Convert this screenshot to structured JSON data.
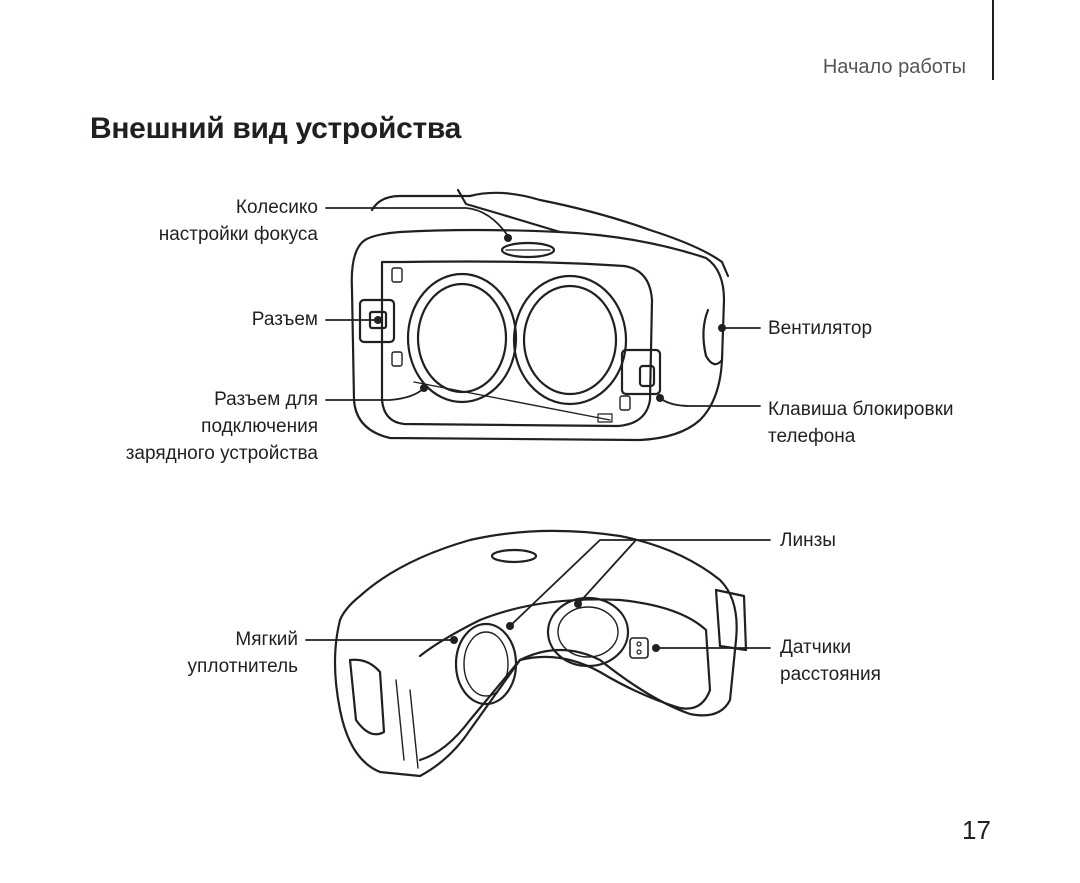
{
  "header": {
    "section": "Начало работы"
  },
  "page_title": "Внешний вид устройства",
  "callouts": {
    "focus_wheel_1": "Колесико",
    "focus_wheel_2": "настройки фокуса",
    "connector": "Разъем",
    "charger_1": "Разъем для",
    "charger_2": "подключения",
    "charger_3": "зарядного устройства",
    "fan": "Вентилятор",
    "lock_key_1": "Клавиша блокировки",
    "lock_key_2": "телефона",
    "lenses": "Линзы",
    "cushion_1": "Мягкий",
    "cushion_2": "уплотнитель",
    "sensor_1": "Датчики",
    "sensor_2": "расстояния"
  },
  "page_number": "17"
}
